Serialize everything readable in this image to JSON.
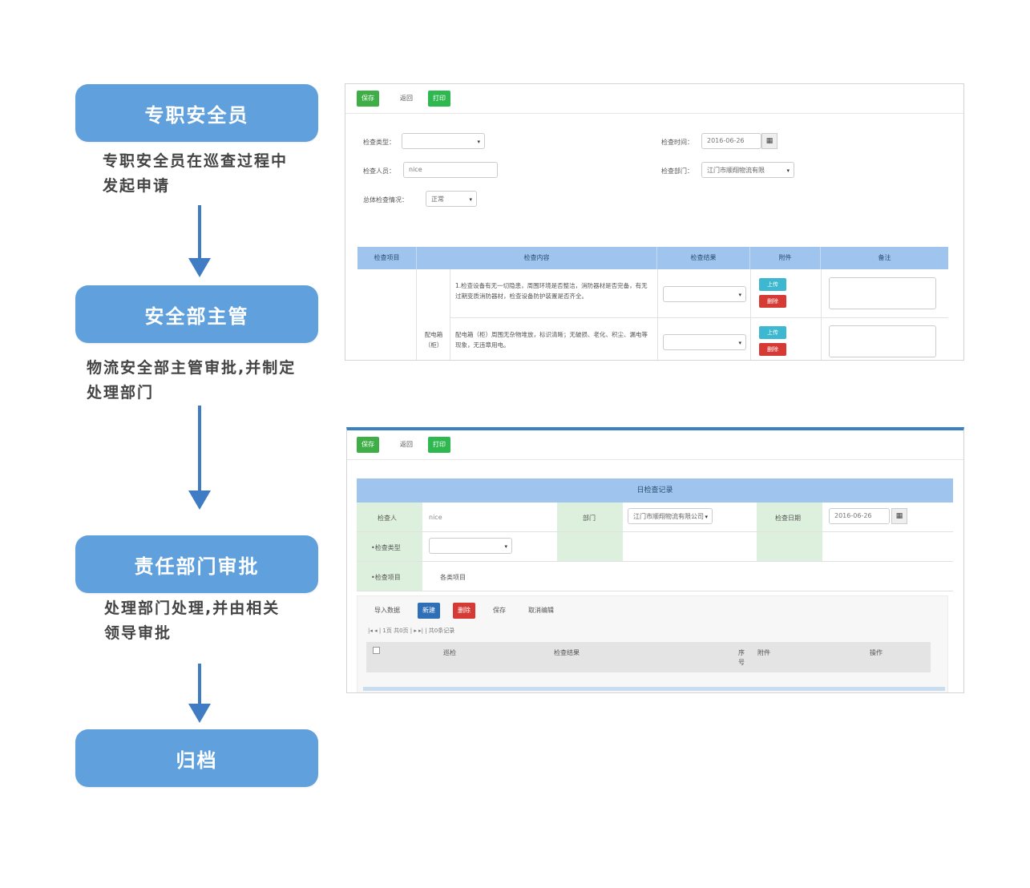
{
  "flow": {
    "steps": [
      {
        "title": "专职安全员",
        "desc_lines": [
          "专职安全员在巡查过程中",
          "发起申请"
        ]
      },
      {
        "title": "安全部主管",
        "desc_lines": [
          "物流安全部主管审批,并制定",
          "处理部门"
        ]
      },
      {
        "title": "责任部门审批",
        "desc_lines": [
          "处理部门处理,并由相关",
          "领导审批"
        ]
      },
      {
        "title": "归档"
      }
    ]
  },
  "panel1": {
    "toolbar": {
      "save": "保存",
      "back": "返回",
      "print": "打印"
    },
    "form": {
      "check_type_label": "检查类型：",
      "check_time_label": "检查时间：",
      "check_time_value": "2016-06-26",
      "inspector_label": "检查人员：",
      "inspector_value": "nice",
      "check_dept_label": "检查部门：",
      "check_dept_value": "江门市顺翔物流有限",
      "overall_label": "总体检查情况：",
      "overall_value": "正常"
    },
    "table": {
      "headers": [
        "检查项目",
        "检查内容",
        "检查结果",
        "附件",
        "备注"
      ],
      "rows": [
        {
          "item": "",
          "content": "1.检查设备有无一切隐患，周围环境是否整洁，消防器材是否完备，有无过期变质消防器材，检查设备防护装置是否齐全。",
          "upload": "上传",
          "delete": "删除"
        },
        {
          "item": "配电箱（柜）",
          "content": "配电箱（柜）周围无杂物堆放，标识清晰；无破损、老化、积尘、漏电等现象，无违章用电。",
          "upload": "上传",
          "delete": "删除"
        }
      ]
    }
  },
  "panel2": {
    "toolbar": {
      "save": "保存",
      "back": "返回",
      "print": "打印"
    },
    "table_title": "日检查记录",
    "form": {
      "inspector_label": "检查人",
      "inspector_value": "nice",
      "dept_label": "部门",
      "dept_value": "江门市顺翔物流有限公司",
      "date_label": "检查日期",
      "date_value": "2016-06-26",
      "type_label": "•检查类型",
      "item_label": "•检查项目",
      "item_value": "各类项目"
    },
    "subtoolbar": {
      "import": "导入数据",
      "new": "新建",
      "delete": "删除",
      "save": "保存",
      "cancel": "取消编辑"
    },
    "pager": "|◂  ◂  |  1页 共0页  |  ▸  ▸|  |  共0条记录",
    "grid_headers": [
      "巡检",
      "检查结果",
      "序号",
      "附件",
      "操作"
    ]
  },
  "colors": {
    "step_blue": "#5fa0dd",
    "arrow_blue": "#3f7cc4",
    "header_blue": "#9fc5ee",
    "green_btn": "#3fae47"
  }
}
